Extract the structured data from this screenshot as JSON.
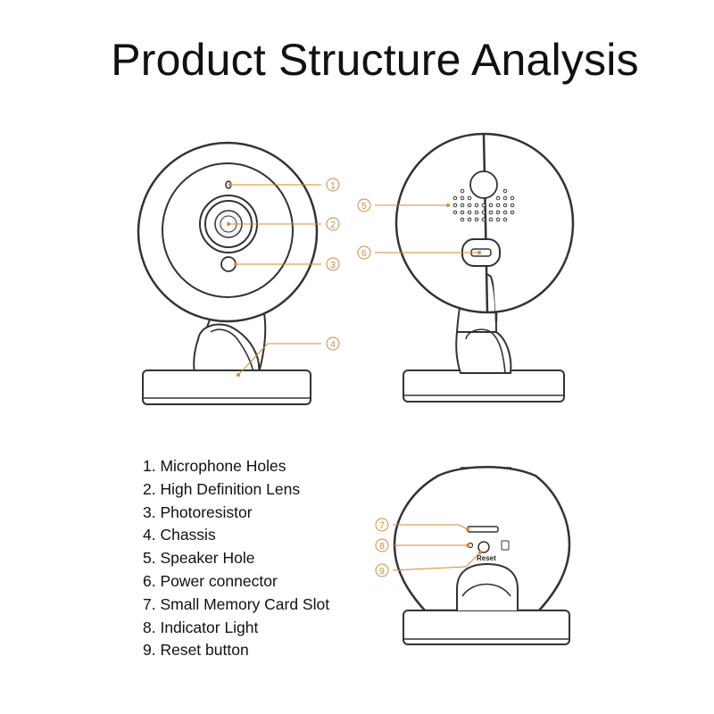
{
  "title": "Product Structure Analysis",
  "callouts": [
    "1",
    "2",
    "3",
    "4",
    "5",
    "6",
    "7",
    "8",
    "9"
  ],
  "parts": [
    "1. Microphone Holes",
    "2. High Definition Lens",
    "3. Photoresistor",
    "4. Chassis",
    "5. Speaker Hole",
    "6. Power connector",
    "7. Small Memory Card Slot",
    "8. Indicator Light",
    "9. Reset button"
  ],
  "reset_label": "Reset",
  "colors": {
    "accent": "#d08a3c",
    "outline": "#333333"
  }
}
